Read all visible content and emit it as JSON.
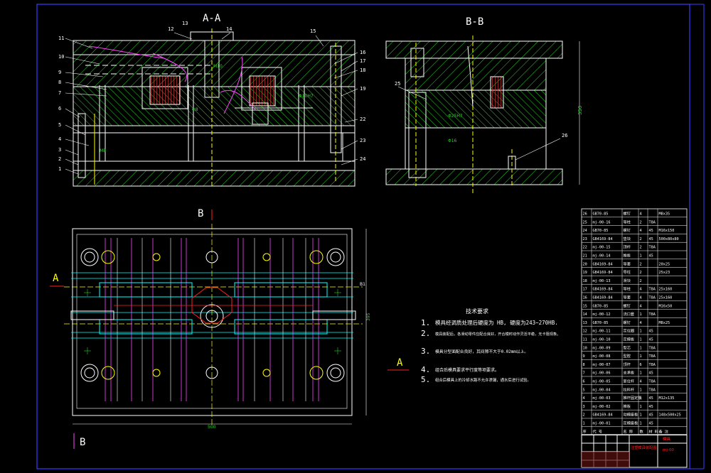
{
  "sections": {
    "aa": "A-A",
    "bb": "B-B",
    "view_b_top": "B",
    "view_b_bottom": "B",
    "view_a_left": "A",
    "view_a_right": "A"
  },
  "part_labels_aa": [
    "11",
    "10",
    "9",
    "8",
    "7",
    "6",
    "5",
    "4",
    "3",
    "2",
    "1",
    "12",
    "13",
    "14",
    "15",
    "16",
    "17",
    "18",
    "19",
    "22",
    "23",
    "24"
  ],
  "part_labels_bb": [
    "25",
    "26"
  ],
  "dimensions": {
    "bb_height": "350",
    "plan_width": "500",
    "plan_height": "395",
    "plan_tag": "B1"
  },
  "tech_requirements": {
    "title": "技术要求",
    "items": [
      {
        "num": "1.",
        "text": "模具经调质处理后硬度为 HB,  硬度为243~270HB."
      },
      {
        "num": "2.",
        "text": "模具装配后，各滑动零件应配合良好，开合模时动作灵活平稳，无卡阻现象。"
      },
      {
        "num": "3.",
        "text": "模具分型面配合良好，其间隙不大于0.02mm以上。"
      },
      {
        "num": "4.",
        "text": "组合后模具要求平行度等项要求。"
      },
      {
        "num": "5.",
        "text": "组合后模具上的冷却水路不允许渗漏，通水后进行试验。"
      }
    ]
  },
  "bom": [
    {
      "no": "26",
      "code": "GB70-85",
      "name": "螺钉",
      "qty": "4",
      "mat": "",
      "note": "M8x35"
    },
    {
      "no": "25",
      "code": "mj-00-16",
      "name": "导柱",
      "qty": "2",
      "mat": "T8A",
      "note": ""
    },
    {
      "no": "24",
      "code": "GB70-85",
      "name": "螺钉",
      "qty": "4",
      "mat": "45",
      "note": "M16x150"
    },
    {
      "no": "23",
      "code": "GB4169-84",
      "name": "垫块",
      "qty": "2",
      "mat": "45",
      "note": "500x80x80"
    },
    {
      "no": "22",
      "code": "mj-00-15",
      "name": "顶杆",
      "qty": "2",
      "mat": "T8A",
      "note": ""
    },
    {
      "no": "21",
      "code": "mj-00-14",
      "name": "推板",
      "qty": "1",
      "mat": "45",
      "note": ""
    },
    {
      "no": "20",
      "code": "GB4169-84",
      "name": "导套",
      "qty": "2",
      "mat": "",
      "note": "20x25"
    },
    {
      "no": "19",
      "code": "GB4169-84",
      "name": "导柱",
      "qty": "2",
      "mat": "",
      "note": "25x23"
    },
    {
      "no": "18",
      "code": "mj-00-13",
      "name": "滑块",
      "qty": "2",
      "mat": "",
      "note": ""
    },
    {
      "no": "17",
      "code": "GB4169-84",
      "name": "导柱",
      "qty": "4",
      "mat": "T8A",
      "note": "25x160"
    },
    {
      "no": "16",
      "code": "GB4169-84",
      "name": "导套",
      "qty": "4",
      "mat": "T8A",
      "note": "25x160"
    },
    {
      "no": "15",
      "code": "GB70-85",
      "name": "螺钉",
      "qty": "4",
      "mat": "",
      "note": "M16x50"
    },
    {
      "no": "14",
      "code": "mj-00-12",
      "name": "浇口套",
      "qty": "1",
      "mat": "T8A",
      "note": ""
    },
    {
      "no": "13",
      "code": "GB70-85",
      "name": "螺钉",
      "qty": "4",
      "mat": "",
      "note": "M8x25"
    },
    {
      "no": "12",
      "code": "mj-00-11",
      "name": "定位圈",
      "qty": "1",
      "mat": "45",
      "note": ""
    },
    {
      "no": "11",
      "code": "mj-00-10",
      "name": "定模板",
      "qty": "1",
      "mat": "45",
      "note": ""
    },
    {
      "no": "10",
      "code": "mj-00-09",
      "name": "型芯",
      "qty": "1",
      "mat": "T8A",
      "note": ""
    },
    {
      "no": "9",
      "code": "mj-00-08",
      "name": "型腔",
      "qty": "1",
      "mat": "T8A",
      "note": ""
    },
    {
      "no": "8",
      "code": "mj-00-07",
      "name": "顶杆",
      "qty": "6",
      "mat": "T8A",
      "note": ""
    },
    {
      "no": "7",
      "code": "mj-00-06",
      "name": "支承板",
      "qty": "1",
      "mat": "45",
      "note": ""
    },
    {
      "no": "6",
      "code": "mj-00-05",
      "name": "复位杆",
      "qty": "4",
      "mat": "T8A",
      "note": ""
    },
    {
      "no": "5",
      "code": "mj-00-04",
      "name": "拉料杆",
      "qty": "1",
      "mat": "T8A",
      "note": ""
    },
    {
      "no": "4",
      "code": "mj-00-03",
      "name": "推杆固定板",
      "qty": "1",
      "mat": "45",
      "note": "M12x135"
    },
    {
      "no": "3",
      "code": "mj-00-02",
      "name": "推板",
      "qty": "1",
      "mat": "45",
      "note": ""
    },
    {
      "no": "2",
      "code": "GB4169-84",
      "name": "动模座板",
      "qty": "1",
      "mat": "45",
      "note": "148x500x25"
    },
    {
      "no": "1",
      "code": "mj-00-01",
      "name": "定模座板",
      "qty": "1",
      "mat": "45",
      "note": ""
    }
  ],
  "bom_header": {
    "no": "序",
    "code": "代 号",
    "name": "名 称",
    "qty": "数",
    "mat": "材 料",
    "note": "备 注"
  },
  "title_block": {
    "drawing_name": "注塑模具装配图",
    "company": "模具",
    "drawing_no": "mj-00"
  },
  "colors": {
    "frame": "#3b3bff",
    "outline": "#ffffff",
    "green": "#2bd12b",
    "yellow": "#ffff00",
    "cyan": "#00ffff",
    "magenta": "#ff44ff",
    "red": "#ff2020",
    "section": "#b03030"
  }
}
